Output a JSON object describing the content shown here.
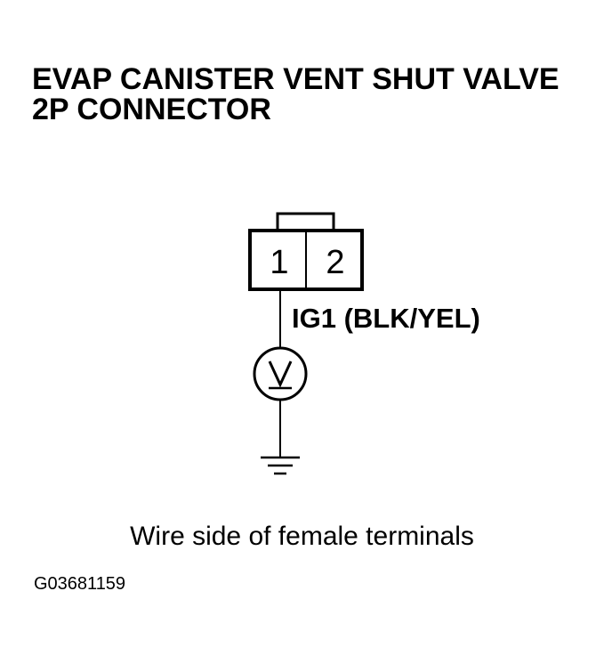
{
  "title": {
    "line1": "EVAP CANISTER VENT SHUT VALVE",
    "line2": "2P CONNECTOR"
  },
  "connector": {
    "pins": [
      "1",
      "2"
    ]
  },
  "wire": {
    "label": "IG1 (BLK/YEL)"
  },
  "meter": {
    "symbol": "V"
  },
  "caption": "Wire side of female terminals",
  "figure_id": "G03681159"
}
